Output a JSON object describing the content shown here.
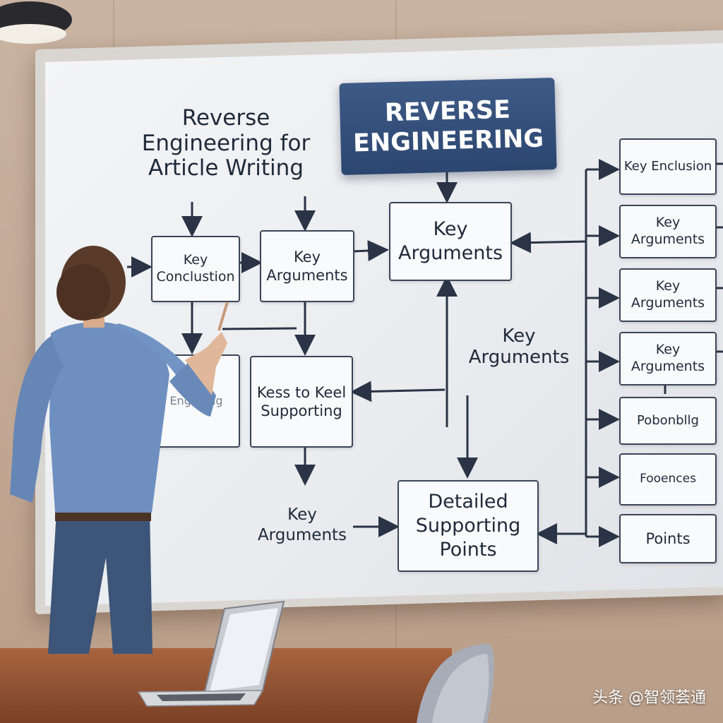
{
  "board": {
    "title": "Reverse Engineering for Article Writing",
    "banner": "REVERSE ENGINEERING",
    "floating_label": "Key Arguments"
  },
  "boxes": {
    "key_conclusion_left": "Key Conclustion",
    "key_arguments_left": "Key Arguments",
    "key_arguments_center": "Key Arguments",
    "lower_left_blurred": "Engaging",
    "keys_supporting": "Kess to Keel Supporting",
    "key_arguments_bottom": "Key Arguments",
    "detailed_supporting_points": "Detailed Supporting Points",
    "right_key_enclusion": "Key Enclusion",
    "right_key_arguments_1": "Key Arguments",
    "right_key_arguments_2": "Key Arguments",
    "right_key_arguments_3": "Key Arguments",
    "right_pobonblig": "Pobonbllg",
    "right_fooences": "Fooences",
    "right_points": "Points"
  },
  "watermark": "头条 @智领荟通",
  "colors": {
    "banner_bg": "#2e4a74",
    "ink": "#1f2a3a",
    "board": "#eef0f2",
    "wall": "#c5ab97"
  }
}
